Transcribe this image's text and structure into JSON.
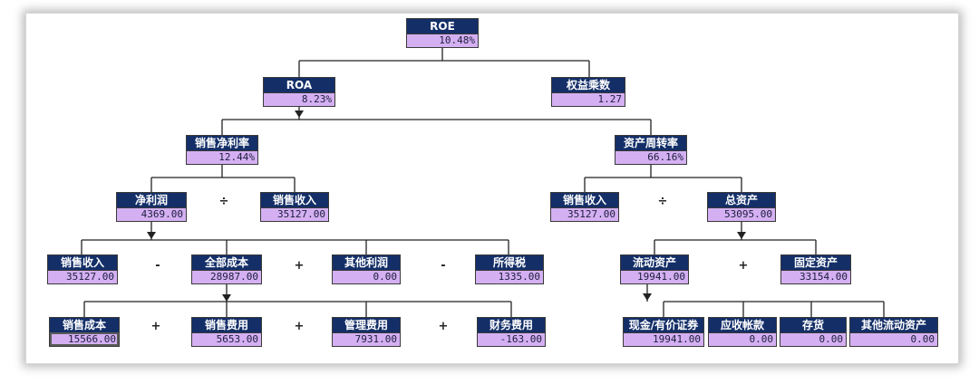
{
  "nodes": {
    "roe": {
      "label": "ROE",
      "value": "10.48%"
    },
    "roa": {
      "label": "ROA",
      "value": "8.23%"
    },
    "equity_multiplier": {
      "label": "权益乘数",
      "value": "1.27"
    },
    "net_margin": {
      "label": "销售净利率",
      "value": "12.44%"
    },
    "asset_turnover": {
      "label": "资产周转率",
      "value": "66.16%"
    },
    "net_profit": {
      "label": "净利润",
      "value": "4369.00"
    },
    "sales_a": {
      "label": "销售收入",
      "value": "35127.00"
    },
    "sales_b": {
      "label": "销售收入",
      "value": "35127.00"
    },
    "total_assets": {
      "label": "总资产",
      "value": "53095.00"
    },
    "sales_c": {
      "label": "销售收入",
      "value": "35127.00"
    },
    "total_cost": {
      "label": "全部成本",
      "value": "28987.00"
    },
    "other_profit": {
      "label": "其他利润",
      "value": "0.00"
    },
    "income_tax": {
      "label": "所得税",
      "value": "1335.00"
    },
    "current_assets": {
      "label": "流动资产",
      "value": "19941.00"
    },
    "fixed_assets": {
      "label": "固定资产",
      "value": "33154.00"
    },
    "cost_of_sales": {
      "label": "销售成本",
      "value": "15566.00"
    },
    "selling_expense": {
      "label": "销售费用",
      "value": "5653.00"
    },
    "admin_expense": {
      "label": "管理费用",
      "value": "7931.00"
    },
    "finance_expense": {
      "label": "财务费用",
      "value": "-163.00"
    },
    "cash_securities": {
      "label": "现金/有价证券",
      "value": "19941.00"
    },
    "receivables": {
      "label": "应收帐款",
      "value": "0.00"
    },
    "inventory": {
      "label": "存货",
      "value": "0.00"
    },
    "other_current": {
      "label": "其他流动资产",
      "value": "0.00"
    }
  },
  "operators": {
    "net_profit_div_sales": "÷",
    "sales_div_assets": "÷",
    "minus_cost": "-",
    "plus_other": "+",
    "minus_tax": "-",
    "plus_fixed": "+",
    "plus_selling": "+",
    "plus_admin": "+",
    "plus_finance": "+"
  },
  "colors": {
    "label_bg": "#142f68",
    "value_bg": "#d4b0f2",
    "line": "#222222"
  }
}
